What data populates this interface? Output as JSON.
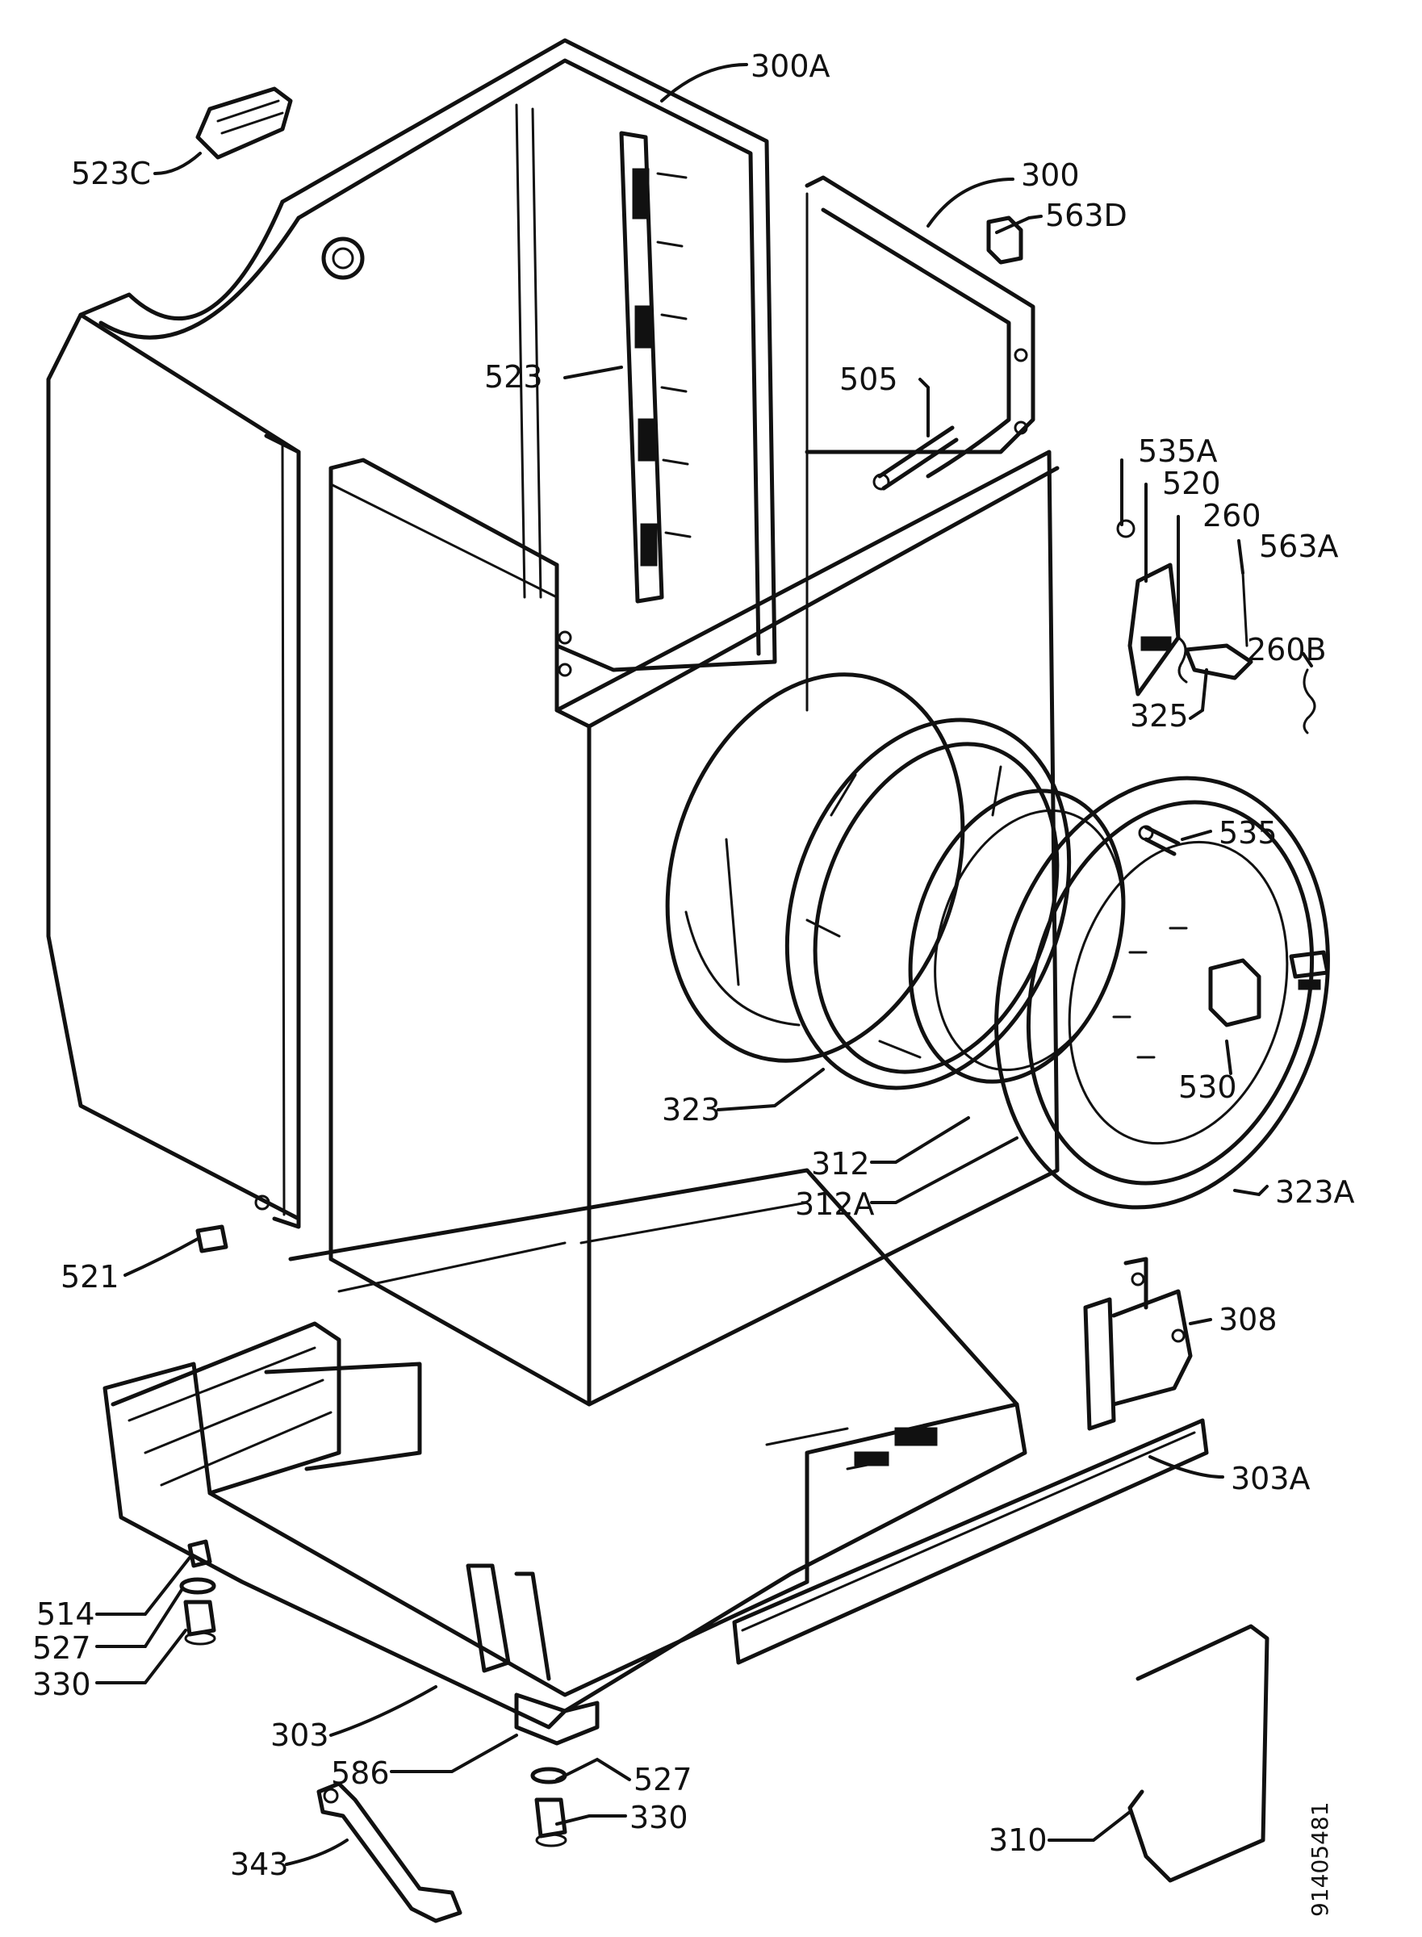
{
  "document_number": "91405481",
  "callouts": [
    {
      "id": "300A",
      "label": "300A"
    },
    {
      "id": "523C",
      "label": "523C"
    },
    {
      "id": "300",
      "label": "300"
    },
    {
      "id": "563D",
      "label": "563D"
    },
    {
      "id": "523",
      "label": "523"
    },
    {
      "id": "505",
      "label": "505"
    },
    {
      "id": "535A",
      "label": "535A"
    },
    {
      "id": "520",
      "label": "520"
    },
    {
      "id": "260",
      "label": "260"
    },
    {
      "id": "563A",
      "label": "563A"
    },
    {
      "id": "260B",
      "label": "260B"
    },
    {
      "id": "325",
      "label": "325"
    },
    {
      "id": "535",
      "label": "535"
    },
    {
      "id": "530",
      "label": "530"
    },
    {
      "id": "323",
      "label": "323"
    },
    {
      "id": "312",
      "label": "312"
    },
    {
      "id": "312A",
      "label": "312A"
    },
    {
      "id": "323A",
      "label": "323A"
    },
    {
      "id": "521",
      "label": "521"
    },
    {
      "id": "308",
      "label": "308"
    },
    {
      "id": "303A",
      "label": "303A"
    },
    {
      "id": "514",
      "label": "514"
    },
    {
      "id": "527",
      "label": "527"
    },
    {
      "id": "330",
      "label": "330"
    },
    {
      "id": "303",
      "label": "303"
    },
    {
      "id": "586",
      "label": "586"
    },
    {
      "id": "527-b",
      "label": "527"
    },
    {
      "id": "330-b",
      "label": "330"
    },
    {
      "id": "343",
      "label": "343"
    },
    {
      "id": "310",
      "label": "310"
    }
  ]
}
